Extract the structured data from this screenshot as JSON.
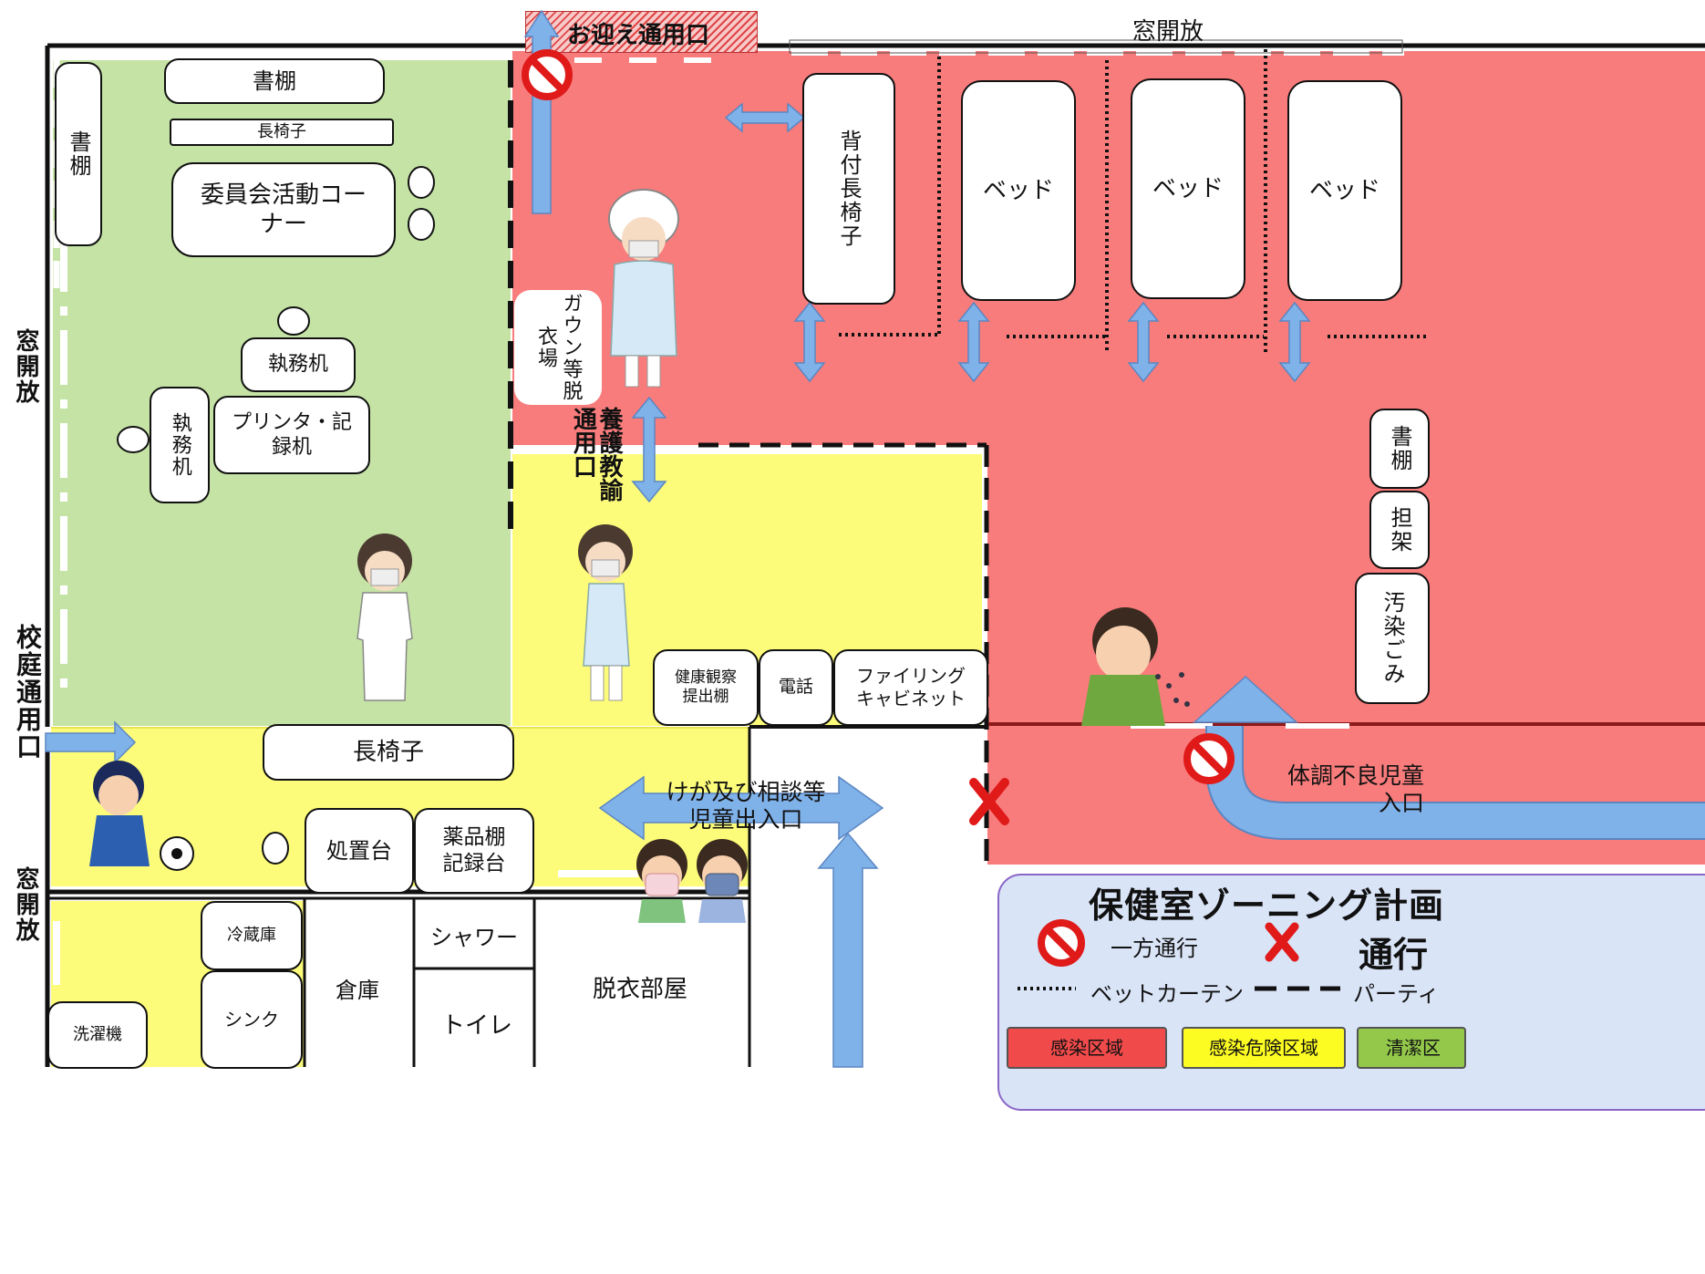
{
  "title": "保健室ゾーニング計画",
  "colors": {
    "infection_zone": "#f87c7c",
    "risk_zone": "#fdfc7a",
    "clean_zone": "#c5e3a5",
    "arrow_fill": "#80b2ea",
    "no_entry_red": "#e01919",
    "legend_bg": "#d9e4f7"
  },
  "labels": {
    "pickup_exit": "お迎え通用口",
    "window_open_top": "窓開放",
    "window_open_left_top": "窓開放",
    "window_open_left_bottom": "窓開放",
    "courtyard_exit": "校庭通用口",
    "nurse_teacher_exit": "養護教諭通用口",
    "injury_exit": "けが及び相談等児童出入口",
    "sick_entrance": "体調不良児童入口"
  },
  "rooms": {
    "bookshelf_left": "書棚",
    "bookshelf_top": "書棚",
    "bench_top": "長椅子",
    "committee_corner": "委員会活動コーナー",
    "office_desk_1": "執務机",
    "office_desk_2": "執務机",
    "printer_desk": "プリンタ・記録机",
    "gown_area": "ガウン等脱衣場",
    "backrest_bench": "背付長椅子",
    "bed_1": "ベッド",
    "bed_2": "ベッド",
    "bed_3": "ベッド",
    "bookshelf_right": "書棚",
    "stretcher": "担架",
    "contaminated_waste": "汚染ごみ",
    "health_shelf": "健康観察提出棚",
    "phone": "電話",
    "filing_cabinet": "ファイリングキャビネット",
    "bench_bottom": "長椅子",
    "treatment_table": "処置台",
    "medicine_shelf": "薬品棚記録台",
    "fridge": "冷蔵庫",
    "sink": "シンク",
    "washer": "洗濯機",
    "storage": "倉庫",
    "shower": "シャワー",
    "toilet": "トイレ",
    "changing_room": "脱衣部屋"
  },
  "legend": {
    "one_way": "一方通行",
    "no_pass": "通行",
    "bed_curtain": "ベットカーテン",
    "partition": "パーティ",
    "infection_zone": "感染区域",
    "risk_zone": "感染危険区域",
    "clean_zone": "清潔区"
  }
}
